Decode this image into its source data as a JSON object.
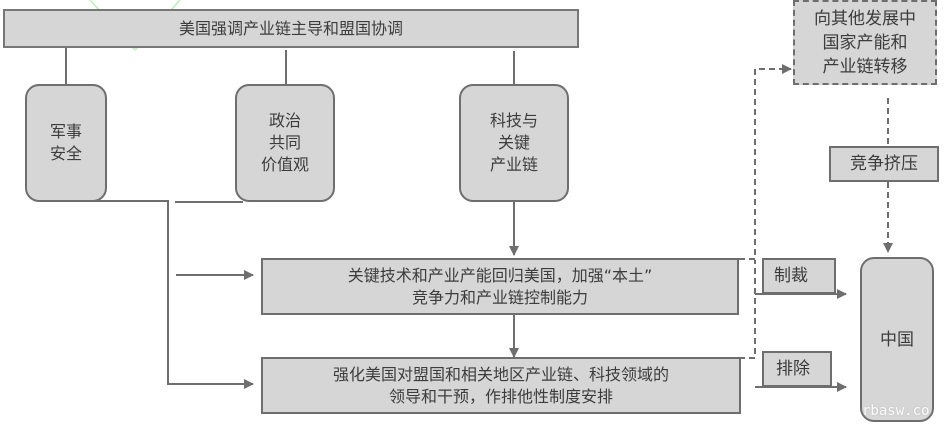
{
  "title_box": {
    "text": "美国强调产业链主导和盟国协调"
  },
  "pillars": [
    {
      "id": "military",
      "lines": [
        "军事",
        "安全"
      ]
    },
    {
      "id": "political",
      "lines": [
        "政治",
        "共同",
        "价值观"
      ]
    },
    {
      "id": "tech",
      "lines": [
        "科技与",
        "关键",
        "产业链"
      ]
    }
  ],
  "actions": [
    {
      "id": "reshoring",
      "lines": [
        "关键技术和产业产能回归美国，加强“本土”",
        "竞争力和产业链控制能力"
      ]
    },
    {
      "id": "alliance",
      "lines": [
        "强化美国对盟国和相关地区产业链、科技领域的",
        "领导和干预，作排他性制度安排"
      ]
    }
  ],
  "transfer_box": {
    "lines": [
      "向其他发展中",
      "国家产能和",
      "产业链转移"
    ]
  },
  "squeeze_label": {
    "text": "竞争挤压"
  },
  "sanction_label": {
    "text": "制裁"
  },
  "exclusion_label": {
    "text": "排除"
  },
  "target_box": {
    "text": "中国"
  },
  "watermark": {
    "text": "rbasw.co"
  },
  "colors": {
    "box_fill": "#d6d6d6",
    "border": "#6e6e6e",
    "text": "#3c3c3c"
  }
}
